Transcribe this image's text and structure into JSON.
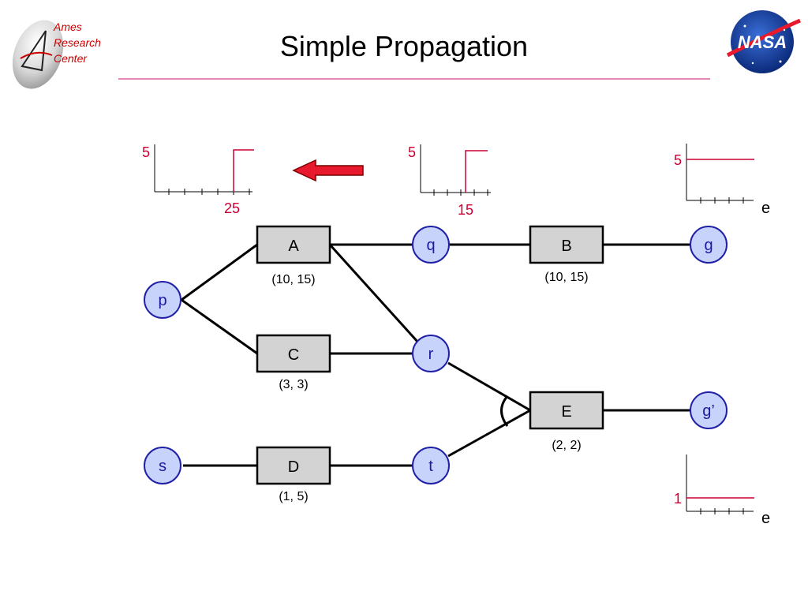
{
  "header": {
    "title": "Simple Propagation",
    "ames_lines": [
      "Ames",
      "Research",
      "Center"
    ],
    "nasa_logo_text": "NASA"
  },
  "colors": {
    "node_fill": "#c7d3fb",
    "node_stroke": "#2121a8",
    "box_fill": "#d3d3d3",
    "accent_red": "#cc0033",
    "arrow_red": "#e8192c",
    "rule_pink": "#e28ab5"
  },
  "nodes": {
    "p": "p",
    "q": "q",
    "r": "r",
    "s": "s",
    "t": "t",
    "g": "g",
    "g2": "g’"
  },
  "boxes": {
    "A": {
      "label": "A",
      "interval": "(10, 15)"
    },
    "B": {
      "label": "B",
      "interval": "(10, 15)"
    },
    "C": {
      "label": "C",
      "interval": "(3, 3)"
    },
    "D": {
      "label": "D",
      "interval": "(1, 5)"
    },
    "E": {
      "label": "E",
      "interval": "(2, 2)"
    }
  },
  "plots": {
    "plot1": {
      "y_label": "5",
      "x_label": "25"
    },
    "plot2": {
      "y_label": "5",
      "x_label": "15"
    },
    "plot3": {
      "y_label": "5",
      "axis_name": "e"
    },
    "plot4": {
      "y_label": "1",
      "axis_name": "e"
    }
  },
  "arrow": {
    "direction": "left"
  }
}
